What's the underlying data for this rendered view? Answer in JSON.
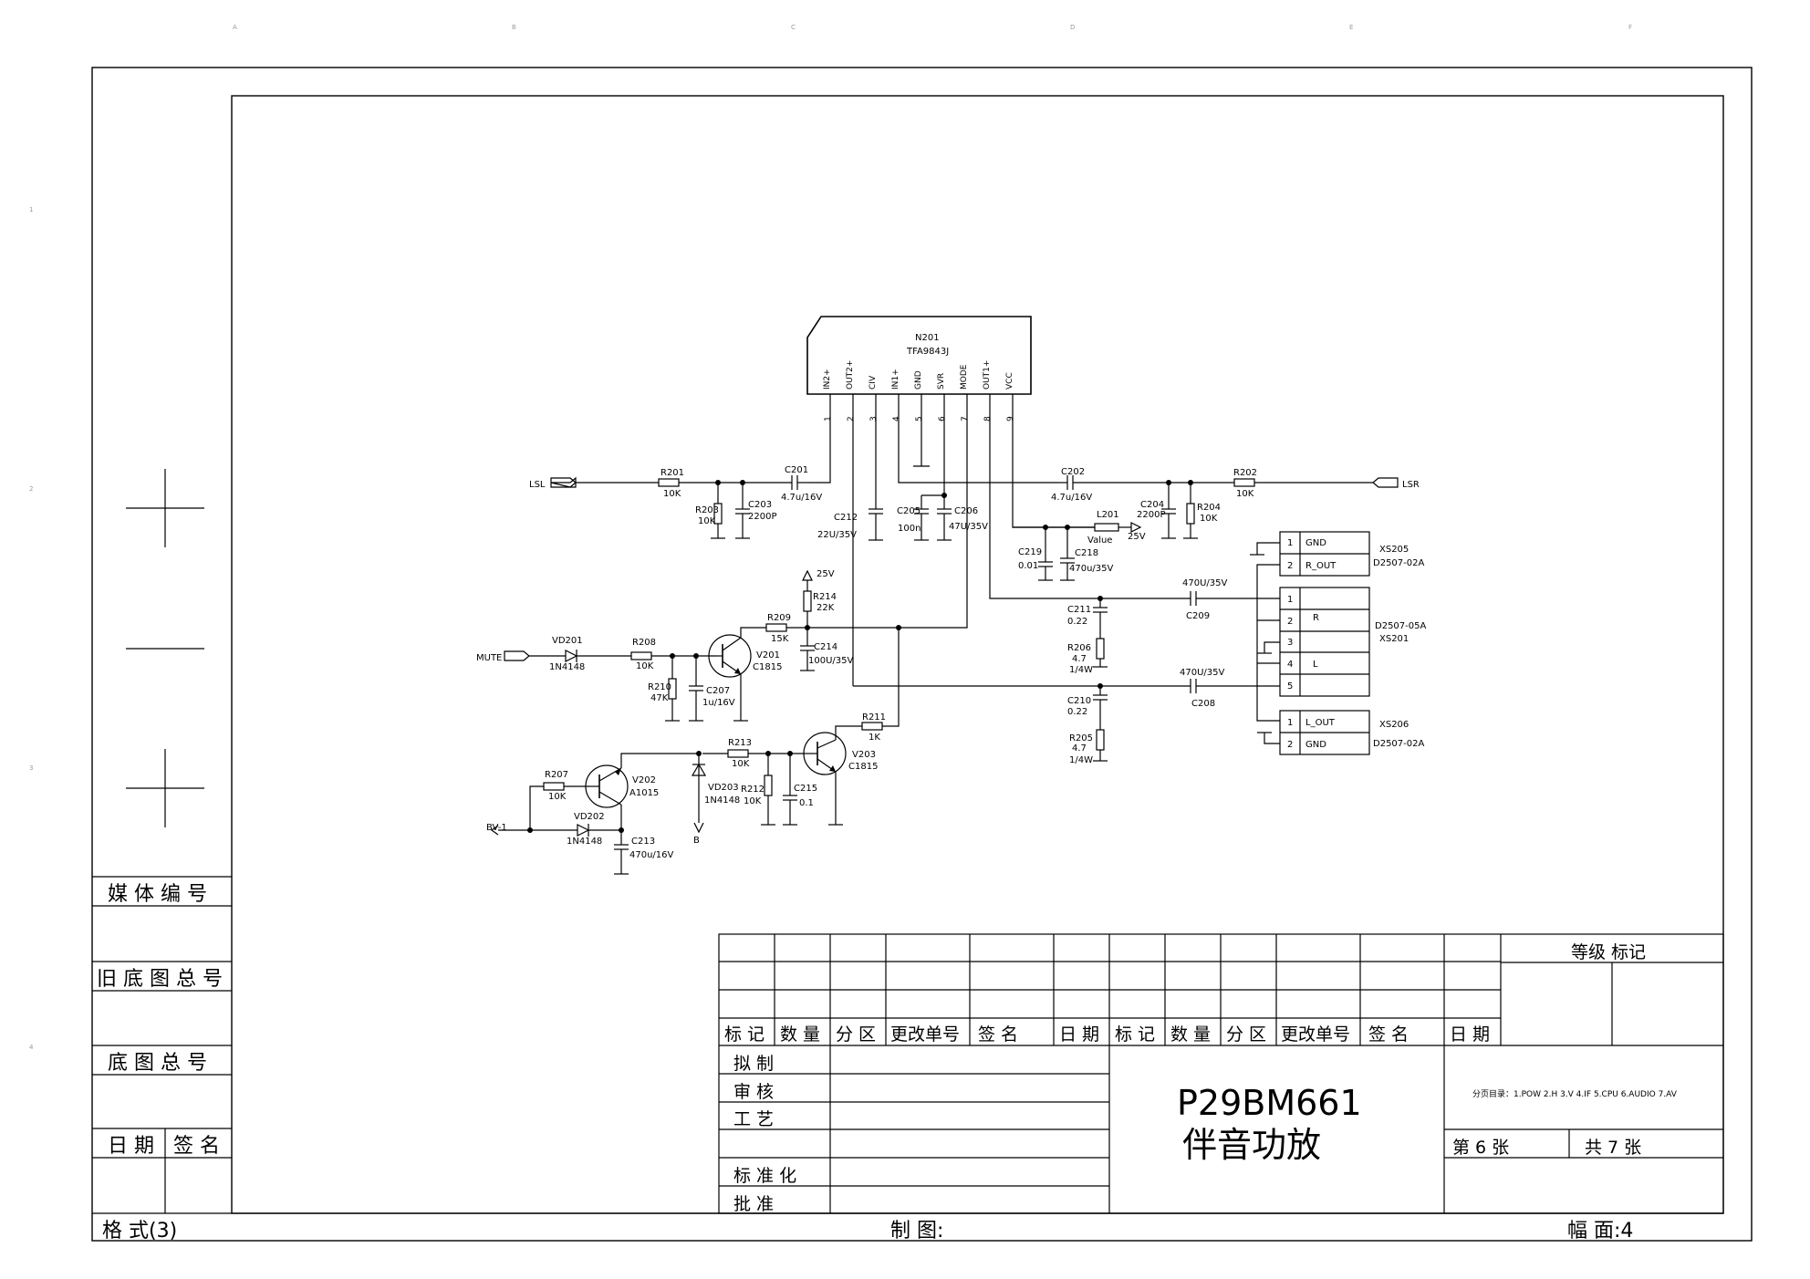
{
  "zones_top": [
    "A",
    "B",
    "C",
    "D",
    "E",
    "F"
  ],
  "zones_side": [
    "1",
    "2",
    "3",
    "4"
  ],
  "side_panel": {
    "media_no": "媒 体 编 号",
    "old_base_total": "旧 底 图 总 号",
    "base_total": "底 图 总 号",
    "date": "日 期",
    "sign": "签 名",
    "format": "格 式(3)"
  },
  "footer": {
    "drawing": "制 图:",
    "size": "幅 面:4"
  },
  "title_block": {
    "grade_mark": "等级  标记",
    "revision_headers": [
      "标 记",
      "数 量",
      "分 区",
      "更改单号",
      "签   名",
      "日 期",
      "标 记",
      "数 量",
      "分 区",
      "更改单号",
      "签   名",
      "日 期"
    ],
    "approvals": [
      "拟      制",
      "审      核",
      "工      艺",
      "标   准   化",
      "批      准"
    ],
    "model": "P29BM661",
    "name": "伴音功放",
    "index": "分页目录：1.POW 2.H 3.V 4.IF 5.CPU 6.AUDIO 7.AV",
    "sheet_no": "第  6  张",
    "sheet_total": "共   7   张"
  },
  "ic": {
    "ref": "N201",
    "part": "TFA9843J",
    "pins": [
      {
        "num": "1",
        "name": "IN2+"
      },
      {
        "num": "2",
        "name": "OUT2+"
      },
      {
        "num": "3",
        "name": "CIV"
      },
      {
        "num": "4",
        "name": "IN1+"
      },
      {
        "num": "5",
        "name": "GND"
      },
      {
        "num": "6",
        "name": "SVR"
      },
      {
        "num": "7",
        "name": "MODE"
      },
      {
        "num": "8",
        "name": "OUT1+"
      },
      {
        "num": "9",
        "name": "VCC"
      }
    ]
  },
  "ports": {
    "lsl": "LSL",
    "lsr": "LSR",
    "mute": "MUTE",
    "bv": "BV-1"
  },
  "supply": {
    "v25": "25V",
    "v25b": "25V",
    "b": "B"
  },
  "components": {
    "r201": {
      "ref": "R201",
      "val": "10K"
    },
    "r203": {
      "ref": "R203",
      "val": "10K"
    },
    "c203": {
      "ref": "C203",
      "val": "2200P"
    },
    "c201": {
      "ref": "C201",
      "val": "4.7u/16V"
    },
    "c212": {
      "ref": "C212",
      "val": "22U/35V"
    },
    "c205": {
      "ref": "C205",
      "val": "100n"
    },
    "c206": {
      "ref": "C206",
      "val": "47U/35V"
    },
    "c202": {
      "ref": "C202",
      "val": "4.7u/16V"
    },
    "l201": {
      "ref": "L201",
      "val": "Value"
    },
    "c204": {
      "ref": "C204",
      "val": "2200P"
    },
    "r204": {
      "ref": "R204",
      "val": "10K"
    },
    "r202": {
      "ref": "R202",
      "val": "10K"
    },
    "c219": {
      "ref": "C219",
      "val": "0.01"
    },
    "c218": {
      "ref": "C218",
      "val": "470u/35V"
    },
    "c211": {
      "ref": "C211",
      "val": "0.22"
    },
    "r206": {
      "ref": "R206",
      "val1": "4.7",
      "val2": "1/4W"
    },
    "c209": {
      "ref": "C209",
      "val": "470U/35V"
    },
    "c210": {
      "ref": "C210",
      "val": "0.22"
    },
    "r205": {
      "ref": "R205",
      "val1": "4.7",
      "val2": "1/4W"
    },
    "c208": {
      "ref": "C208",
      "val": "470U/35V"
    },
    "r214": {
      "ref": "R214",
      "val": "22K"
    },
    "r209": {
      "ref": "R209",
      "val": "15K"
    },
    "c214": {
      "ref": "C214",
      "val": "100U/35V"
    },
    "vd201": {
      "ref": "VD201",
      "val": "1N4148"
    },
    "r208": {
      "ref": "R208",
      "val": "10K"
    },
    "r210": {
      "ref": "R210",
      "val": "47K"
    },
    "c207": {
      "ref": "C207",
      "val": "1u/16V"
    },
    "v201": {
      "ref": "V201",
      "val": "C1815"
    },
    "r211": {
      "ref": "R211",
      "val": "1K"
    },
    "v203": {
      "ref": "V203",
      "val": "C1815"
    },
    "r213": {
      "ref": "R213",
      "val": "10K"
    },
    "r212": {
      "ref": "R212",
      "val": "10K"
    },
    "c215": {
      "ref": "C215",
      "val": "0.1"
    },
    "vd203": {
      "ref": "VD203",
      "val": "1N4148"
    },
    "v202": {
      "ref": "V202",
      "val": "A1015"
    },
    "r207": {
      "ref": "R207",
      "val": "10K"
    },
    "vd202": {
      "ref": "VD202",
      "val": "1N4148"
    },
    "c213": {
      "ref": "C213",
      "val": "470u/16V"
    }
  },
  "connectors": {
    "xs205": {
      "ref": "XS205",
      "part": "D2507-02A",
      "pins": [
        {
          "num": "1",
          "name": "GND"
        },
        {
          "num": "2",
          "name": "R_OUT"
        }
      ]
    },
    "xs201": {
      "ref": "XS201",
      "part": "D2507-05A",
      "pins": [
        {
          "num": "1",
          "name": ""
        },
        {
          "num": "2",
          "name": "R"
        },
        {
          "num": "3",
          "name": ""
        },
        {
          "num": "4",
          "name": "L"
        },
        {
          "num": "5",
          "name": ""
        }
      ]
    },
    "xs206": {
      "ref": "XS206",
      "part": "D2507-02A",
      "pins": [
        {
          "num": "1",
          "name": "L_OUT"
        },
        {
          "num": "2",
          "name": "GND"
        }
      ]
    }
  }
}
